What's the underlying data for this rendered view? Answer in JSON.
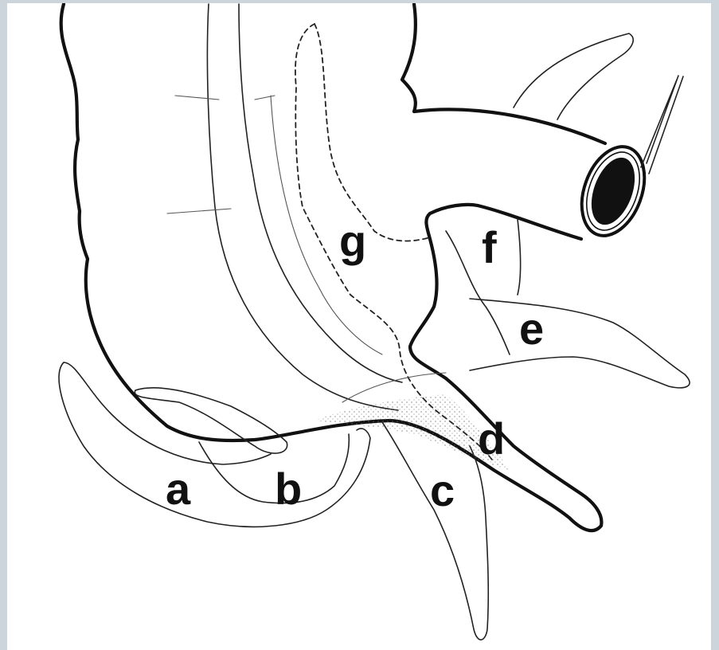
{
  "figure": {
    "labels": {
      "a": "a",
      "b": "b",
      "c": "c",
      "d": "d",
      "e": "e",
      "f": "f",
      "g": "g"
    }
  }
}
